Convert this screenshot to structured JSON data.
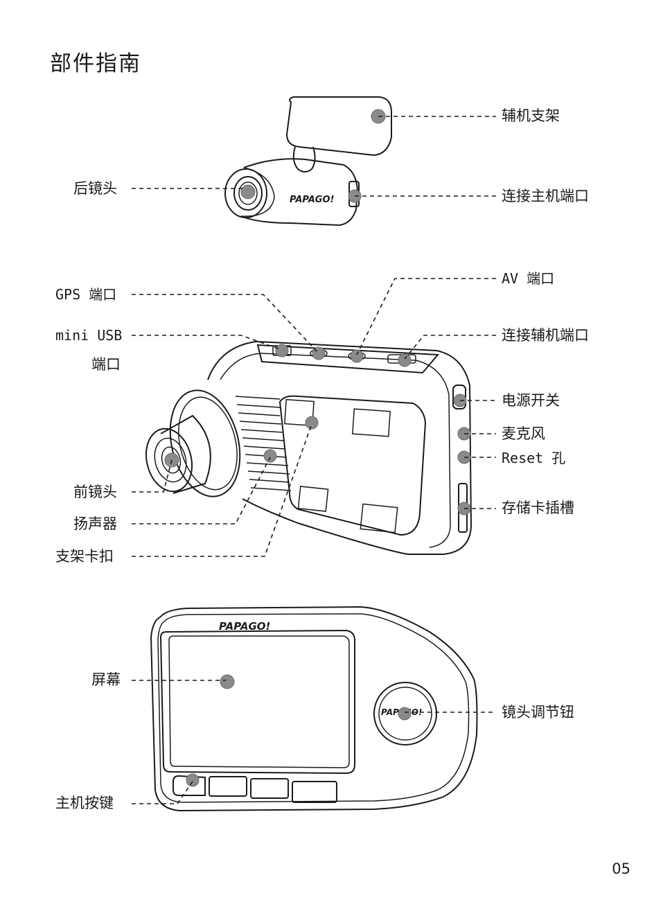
{
  "page": {
    "title": "部件指南",
    "page_number": "05"
  },
  "brand": {
    "logo_text": "PAPAGO!"
  },
  "rear_camera": {
    "labels": {
      "mount": "辅机支架",
      "rear_lens": "后镜头",
      "main_unit_port": "连接主机端口"
    }
  },
  "main_unit": {
    "labels": {
      "gps_port": "GPS 端口",
      "mini_usb_port_line1": "mini USB",
      "mini_usb_port_line2": "端口",
      "av_port": "AV 端口",
      "rear_camera_port": "连接辅机端口",
      "power_switch": "电源开关",
      "microphone": "麦克风",
      "reset_hole": "Reset 孔",
      "card_slot": "存储卡插槽",
      "front_lens": "前镜头",
      "speaker": "扬声器",
      "mount_clip": "支架卡扣"
    }
  },
  "back_view": {
    "labels": {
      "screen": "屏幕",
      "lens_adjust_knob": "镜头调节钮",
      "main_buttons": "主机按键"
    }
  }
}
